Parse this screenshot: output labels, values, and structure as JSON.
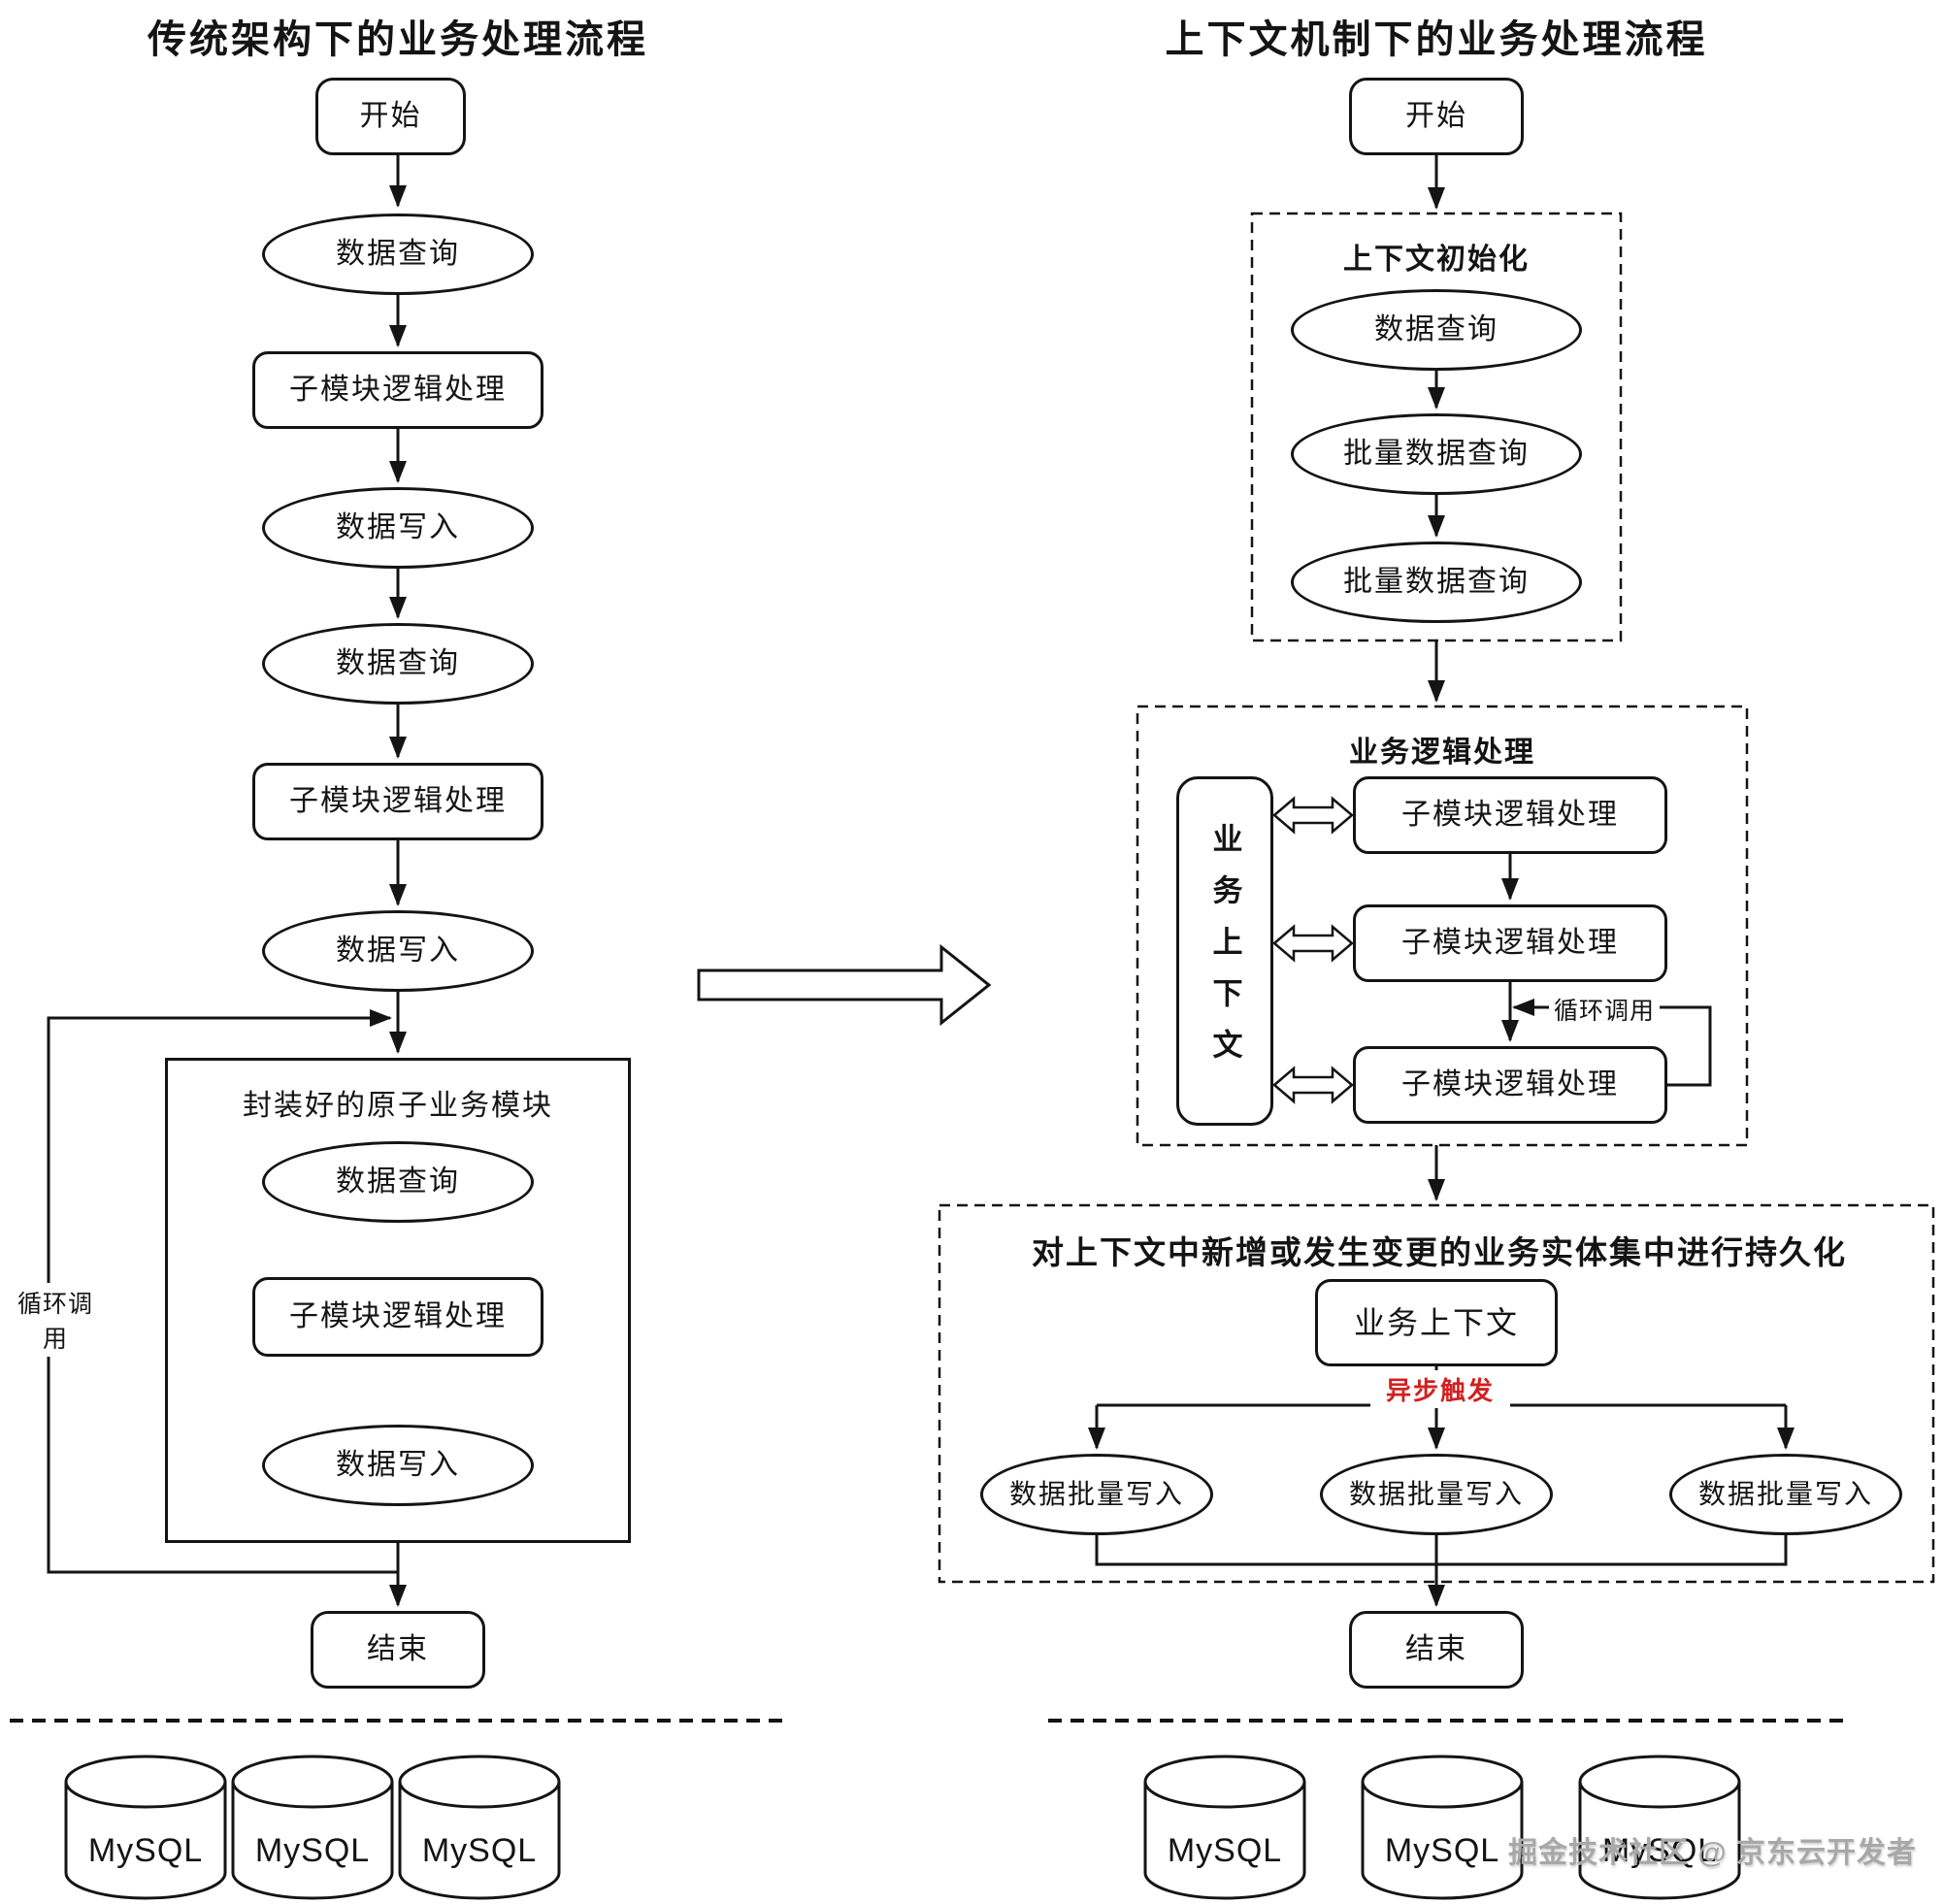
{
  "colors": {
    "ink": "#141414",
    "red": "#d22020",
    "watermark_gray": "#a8a8a8"
  },
  "left": {
    "title": "传统架构下的业务处理流程",
    "start": "开始",
    "steps": [
      "数据查询",
      "子模块逻辑处理",
      "数据写入",
      "数据查询",
      "子模块逻辑处理",
      "数据写入"
    ],
    "atomic_box": {
      "title": "封装好的原子业务模块",
      "steps": [
        "数据查询",
        "子模块逻辑处理",
        "数据写入"
      ]
    },
    "loop_label": "循环调用",
    "end": "结束",
    "databases": [
      "MySQL",
      "MySQL",
      "MySQL"
    ]
  },
  "right": {
    "title": "上下文机制下的业务处理流程",
    "start": "开始",
    "init_box": {
      "title": "上下文初始化",
      "steps": [
        "数据查询",
        "批量数据查询",
        "批量数据查询"
      ]
    },
    "logic_box": {
      "title": "业务逻辑处理",
      "context": "业务上下文",
      "modules": [
        "子模块逻辑处理",
        "子模块逻辑处理",
        "子模块逻辑处理"
      ],
      "loop_label": "循环调用"
    },
    "persist_box": {
      "title": "对上下文中新增或发生变更的业务实体集中进行持久化",
      "context": "业务上下文",
      "trigger_label": "异步触发",
      "writes": [
        "数据批量写入",
        "数据批量写入",
        "数据批量写入"
      ]
    },
    "end": "结束",
    "databases": [
      "MySQL",
      "MySQL",
      "MySQL"
    ]
  },
  "watermark": "掘金技术社区 @ 京东云开发者"
}
